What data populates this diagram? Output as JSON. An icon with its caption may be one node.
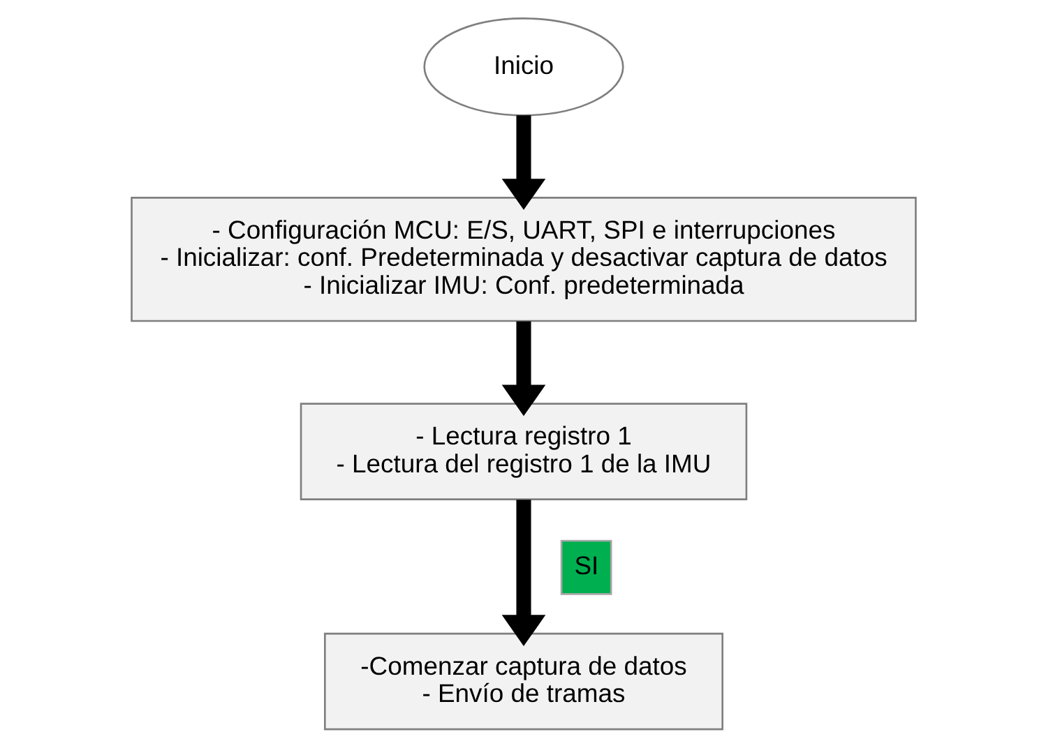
{
  "diagram": {
    "nodes": [
      {
        "text": [
          "Inicio"
        ]
      },
      {
        "text": [
          "- Configuración MCU: E/S, UART, SPI e interrupciones - Inicializar: conf. Predeterminada y desactivar captura de datos - Inicializar IMU: Conf. predeterminada"
        ]
      },
      {
        "text": [
          "- Lectura registro 1 - Lectura del registro 1 de la IMU"
        ]
      },
      {
        "text": [
          "-Comenzar captura de datos - Envío de tramas"
        ]
      }
    ],
    "edges": [
      {
        "from": 0,
        "to": 1,
        "arrow": "to"
      },
      {
        "from": 1,
        "to": 2,
        "arrow": "to"
      },
      {
        "from": 2,
        "to": 3,
        "arrow": "to",
        "label": "SI"
      }
    ]
  }
}
